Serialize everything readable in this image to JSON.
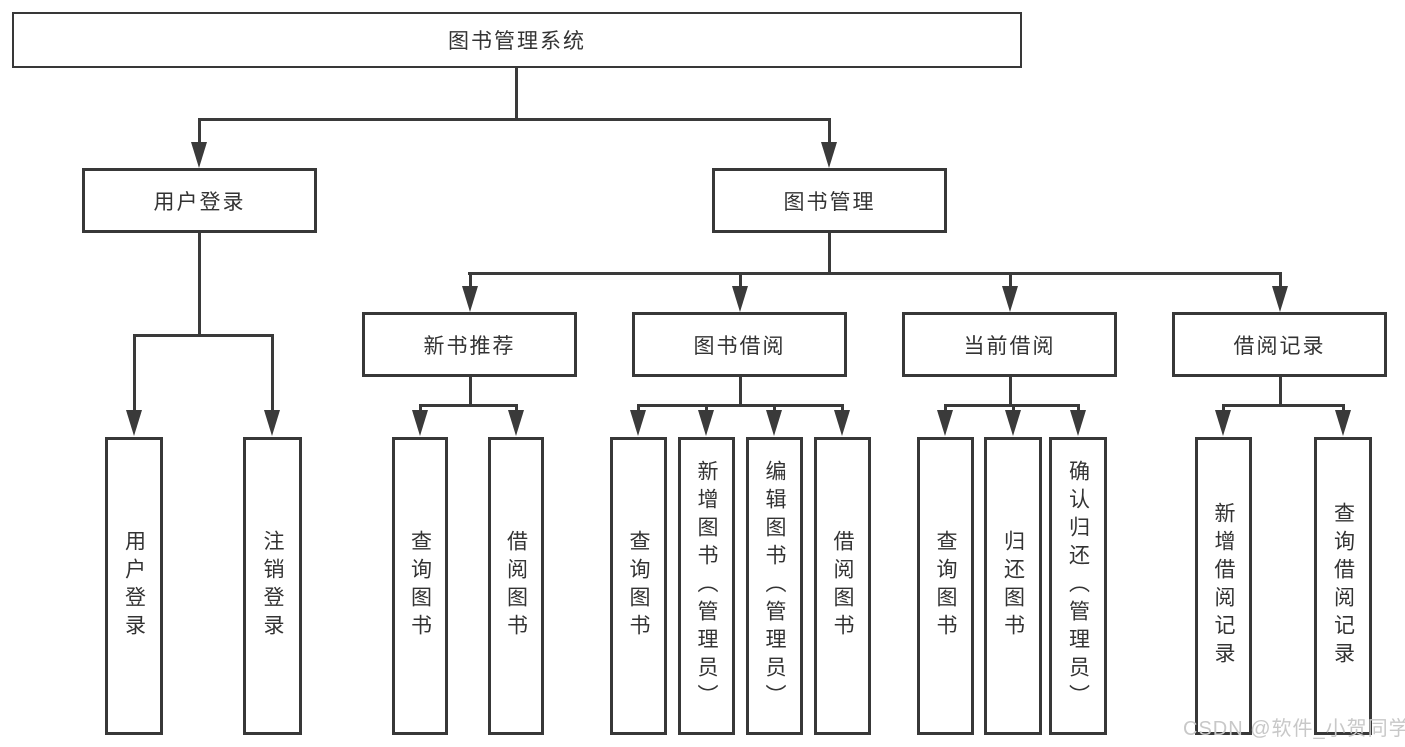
{
  "diagram": {
    "root": {
      "label": "图书管理系统"
    },
    "level2": [
      {
        "label": "用户登录"
      },
      {
        "label": "图书管理"
      }
    ],
    "level3": [
      {
        "label": "新书推荐"
      },
      {
        "label": "图书借阅"
      },
      {
        "label": "当前借阅"
      },
      {
        "label": "借阅记录"
      }
    ],
    "leaves": {
      "user_login": [
        "用户登录",
        "注销登录"
      ],
      "new_books": [
        "查询图书",
        "借阅图书"
      ],
      "book_borrow": [
        "查询图书",
        "新增图书（管理员）",
        "编辑图书（管理员）",
        "借阅图书"
      ],
      "current_borrow": [
        "查询图书",
        "归还图书",
        "确认归还（管理员）"
      ],
      "borrow_records": [
        "新增借阅记录",
        "查询借阅记录"
      ]
    }
  },
  "watermark": {
    "text": "CSDN @软件_小贺同学",
    "color": "#c8c8c8"
  },
  "colors": {
    "line": "#3a3a3a",
    "border": "#383838",
    "text": "#333333",
    "background": "#ffffff",
    "node_fill": "#ffffff"
  }
}
